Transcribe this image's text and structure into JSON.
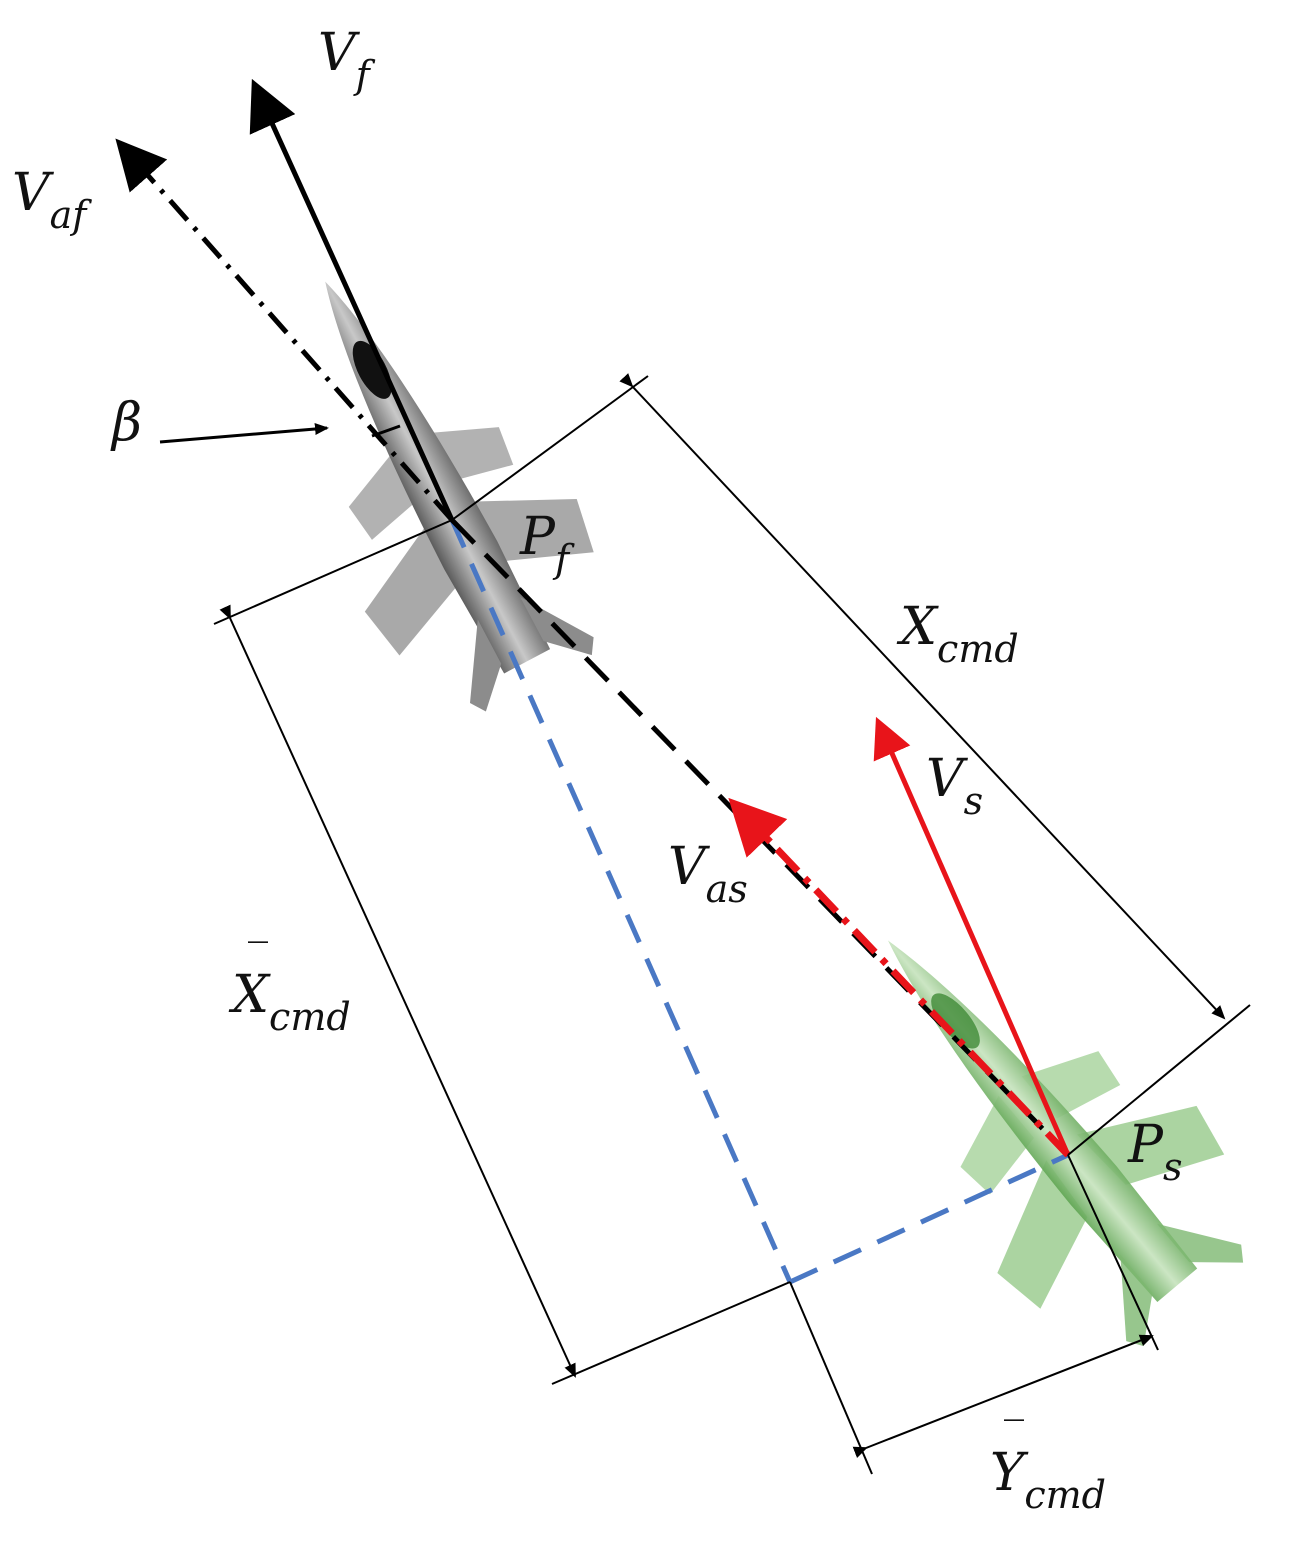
{
  "colors": {
    "follower_vector": "#000000",
    "follower_aircraft": "#8a8a8a",
    "leader_vector": "#e8141a",
    "leader_aircraft": "#7fbf6a",
    "projection_line": "#4a78c4",
    "dimension_line": "#000000"
  },
  "labels": {
    "V_f": {
      "main": "V",
      "sub": "f"
    },
    "V_af": {
      "main": "V",
      "sub": "af"
    },
    "beta": {
      "main": "β"
    },
    "P_f": {
      "main": "P",
      "sub": "f"
    },
    "X_cmd": {
      "main": "X",
      "sub": "cmd"
    },
    "V_s": {
      "main": "V",
      "sub": "s"
    },
    "V_as": {
      "main": "V",
      "sub": "as"
    },
    "Xbar_cmd": {
      "main": "X",
      "sub": "cmd",
      "accent": "‾"
    },
    "P_s": {
      "main": "P",
      "sub": "s"
    },
    "Ybar_cmd": {
      "main": "Y",
      "sub": "cmd",
      "accent": "‾"
    }
  },
  "icons": {
    "follower": "gray-jet-aircraft-icon",
    "leader": "green-jet-aircraft-icon"
  }
}
